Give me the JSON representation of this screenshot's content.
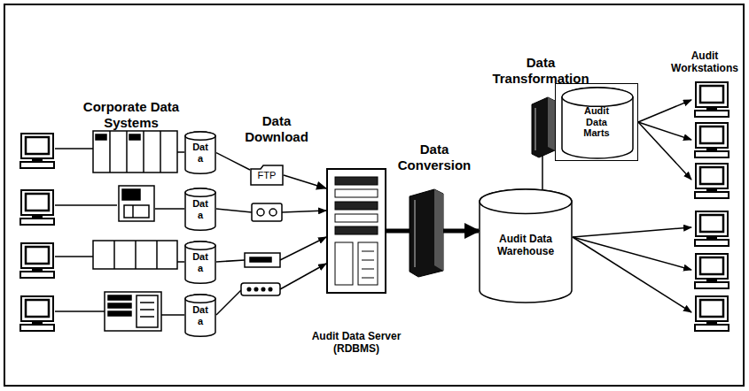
{
  "diagram": {
    "nodes": [
      {
        "text": [
          "Dat a"
        ]
      },
      {
        "text": [
          "Dat a"
        ]
      },
      {
        "text": [
          "Dat a"
        ]
      },
      {
        "text": [
          "Dat a"
        ]
      },
      {
        "text": [
          "FTP"
        ]
      },
      {
        "text": [
          "Audit Data Server (RDBMS)"
        ]
      },
      {
        "text": [
          "Audit Data Warehouse"
        ]
      },
      {
        "text": [
          "Audit Data Marts"
        ]
      }
    ],
    "edges": [
      {
        "from": 0,
        "to": 4,
        "arrow": "none"
      },
      {
        "from": 4,
        "to": 5,
        "arrow": "to"
      },
      {
        "from": 5,
        "to": 6,
        "arrow": "to"
      },
      {
        "from": 6,
        "to": 7,
        "arrow": "none"
      }
    ],
    "labels": [
      "Corporate Data Systems",
      "Data Download",
      "Data Conversion",
      "Data Transformation",
      "Audit Workstations"
    ]
  }
}
